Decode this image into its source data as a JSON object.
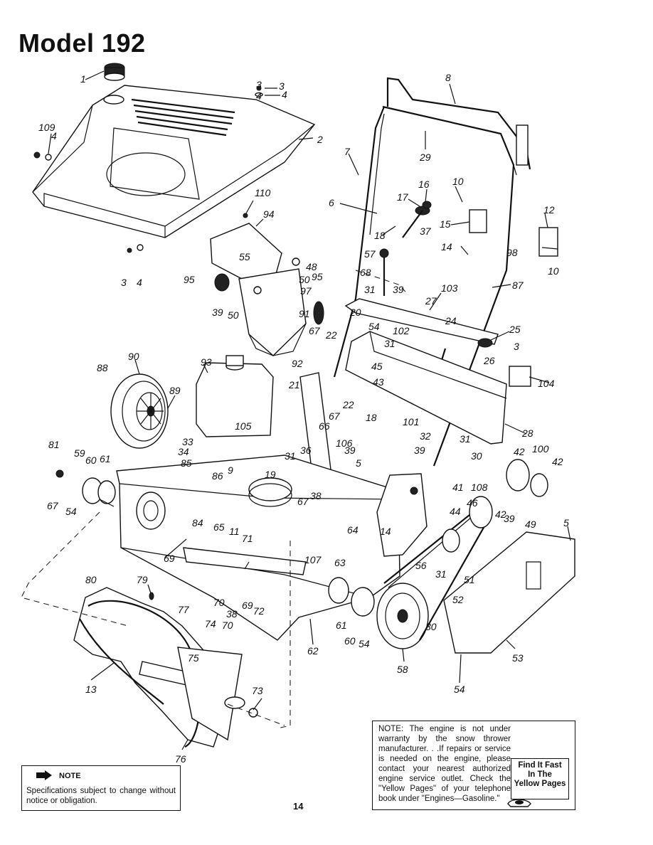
{
  "page": {
    "title": "Model 192",
    "page_number": "14"
  },
  "note_box": {
    "heading": "NOTE",
    "text": "Specifications subject to change without notice or obligation."
  },
  "warranty_box": {
    "text": "NOTE: The engine is not under warranty by the snow thrower manufacturer. . .If repairs or service is needed on the engine, please contact your nearest authorized engine service outlet. Check the \"Yellow Pages\" of your telephone book under \"Engines—Gasoline.\"",
    "badge_line1": "Find It Fast",
    "badge_line2": "In The",
    "badge_line3": "Yellow Pages"
  },
  "callouts": [
    "1",
    "2",
    "3",
    "4",
    "3",
    "4",
    "109",
    "4",
    "110",
    "94",
    "3",
    "4",
    "55",
    "48",
    "50",
    "95",
    "97",
    "39",
    "50",
    "95",
    "91",
    "92",
    "8",
    "29",
    "7",
    "6",
    "16",
    "17",
    "18",
    "37",
    "10",
    "15",
    "12",
    "14",
    "98",
    "10",
    "57",
    "68",
    "87",
    "31",
    "39",
    "103",
    "20",
    "27",
    "54",
    "102",
    "24",
    "25",
    "31",
    "3",
    "22",
    "67",
    "45",
    "43",
    "26",
    "104",
    "88",
    "90",
    "89",
    "93",
    "21",
    "22",
    "67",
    "18",
    "105",
    "101",
    "32",
    "28",
    "33",
    "34",
    "36",
    "31",
    "66",
    "106",
    "39",
    "31",
    "30",
    "85",
    "9",
    "19",
    "86",
    "81",
    "59",
    "60",
    "61",
    "67",
    "54",
    "39",
    "42",
    "100",
    "42",
    "5",
    "41",
    "108",
    "38",
    "67",
    "46",
    "84",
    "65",
    "11",
    "71",
    "44",
    "14",
    "42",
    "39",
    "49",
    "5",
    "64",
    "69",
    "107",
    "63",
    "56",
    "31",
    "51",
    "52",
    "80",
    "79",
    "77",
    "70",
    "38",
    "69",
    "72",
    "61",
    "74",
    "70",
    "60",
    "54",
    "30",
    "53",
    "75",
    "13",
    "62",
    "58",
    "54",
    "73",
    "76"
  ],
  "icons": {
    "note_arrow": "right-arrow-icon",
    "yellow_pages_phone": "telephone-icon"
  }
}
